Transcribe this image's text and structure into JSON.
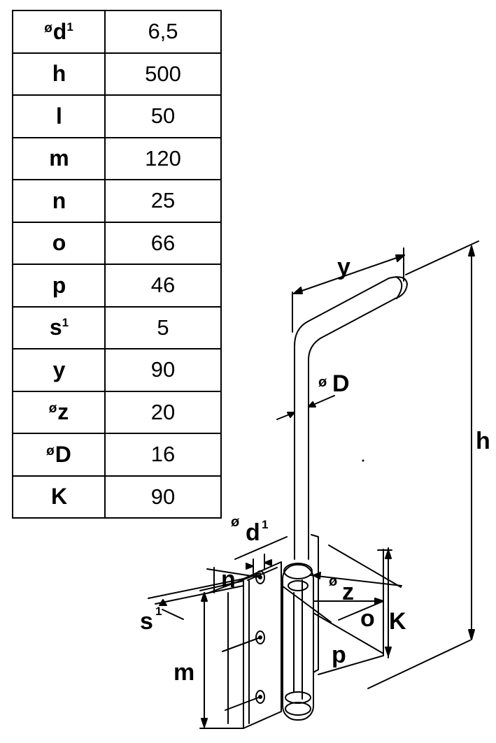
{
  "table": {
    "rows": [
      {
        "dia": "ø",
        "key": "d",
        "sup": "1",
        "value": "6,5"
      },
      {
        "dia": "",
        "key": "h",
        "sup": "",
        "value": "500"
      },
      {
        "dia": "",
        "key": "l",
        "sup": "",
        "value": "50"
      },
      {
        "dia": "",
        "key": "m",
        "sup": "",
        "value": "120"
      },
      {
        "dia": "",
        "key": "n",
        "sup": "",
        "value": "25"
      },
      {
        "dia": "",
        "key": "o",
        "sup": "",
        "value": "66"
      },
      {
        "dia": "",
        "key": "p",
        "sup": "",
        "value": "46"
      },
      {
        "dia": "",
        "key": "s",
        "sup": "1",
        "value": "5"
      },
      {
        "dia": "",
        "key": "y",
        "sup": "",
        "value": "90"
      },
      {
        "dia": "ø",
        "key": "z",
        "sup": "",
        "value": "20"
      },
      {
        "dia": "ø",
        "key": "D",
        "sup": "",
        "value": "16"
      },
      {
        "dia": "",
        "key": "K",
        "sup": "",
        "value": "90"
      }
    ]
  },
  "drawing": {
    "labels": {
      "y": "y",
      "D_dia": "ø",
      "D": "D",
      "h": "h",
      "d1_dia": "ø",
      "d1": "d",
      "d1_sup": "1",
      "n": "n",
      "z_dia": "ø",
      "z": "z",
      "s1": "s",
      "s1_sup": "1",
      "o": "o",
      "K": "K",
      "p": "p",
      "m": "m"
    }
  }
}
